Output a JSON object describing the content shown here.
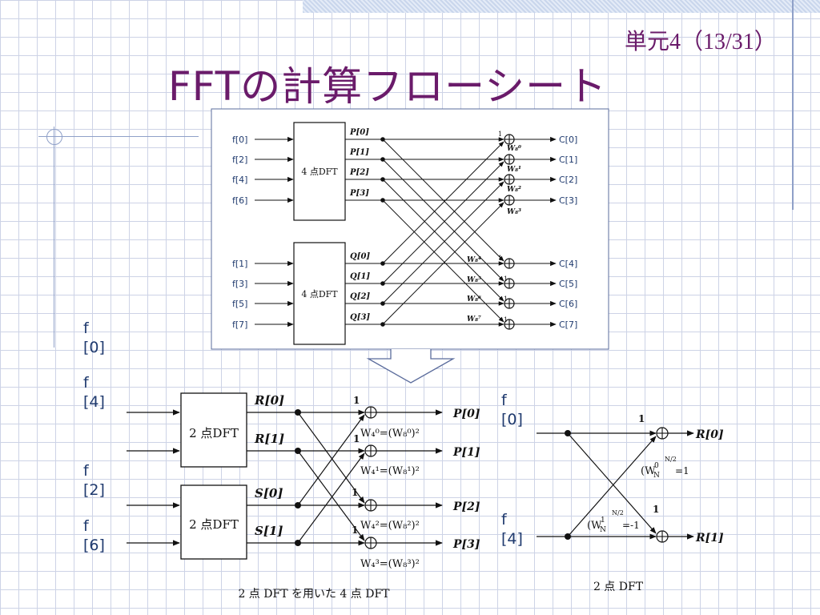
{
  "header": {
    "slide_number": "単元4（13/31）",
    "title": "FFTの計算フローシート"
  },
  "top_diagram": {
    "inputs_top": [
      "f[0]",
      "f[2]",
      "f[4]",
      "f[6]"
    ],
    "inputs_bottom": [
      "f[1]",
      "f[3]",
      "f[5]",
      "f[7]"
    ],
    "block_label": "4 点DFT",
    "p_outputs": [
      "P[0]",
      "P[1]",
      "P[2]",
      "P[3]"
    ],
    "q_outputs": [
      "Q[0]",
      "Q[1]",
      "Q[2]",
      "Q[3]"
    ],
    "outputs": [
      "C[0]",
      "C[1]",
      "C[2]",
      "C[3]",
      "C[4]",
      "C[5]",
      "C[6]",
      "C[7]"
    ],
    "unit_weight": "1",
    "twiddles_top": [
      "W₈⁰",
      "W₈¹",
      "W₈²",
      "W₈³"
    ],
    "twiddles_bottom": [
      "W₈⁴",
      "W₈⁵",
      "W₈⁶",
      "W₈⁷"
    ]
  },
  "left_labels": [
    {
      "letter": "f",
      "index": "[0]"
    },
    {
      "letter": "f",
      "index": "[4]"
    },
    {
      "letter": "f",
      "index": "[2]"
    },
    {
      "letter": "f",
      "index": "[6]"
    }
  ],
  "bottom_left_diagram": {
    "block_label": "2 点DFT",
    "r_outputs": [
      "R[0]",
      "R[1]"
    ],
    "s_outputs": [
      "S[0]",
      "S[1]"
    ],
    "outputs": [
      "P[0]",
      "P[1]",
      "P[2]",
      "P[3]"
    ],
    "unit_weight": "1",
    "twiddles": [
      "W₄⁰=(W₈⁰)²",
      "W₄¹=(W₈¹)²",
      "W₄²=(W₈²)²",
      "W₄³=(W₈³)²"
    ],
    "caption": "2 点 DFT を用いた 4 点 DFT"
  },
  "right_labels": [
    {
      "letter": "f",
      "index": "[0]"
    },
    {
      "letter": "f",
      "index": "[4]"
    }
  ],
  "bottom_right_diagram": {
    "outputs": [
      "R[0]",
      "R[1]"
    ],
    "unit_weight": "1",
    "twiddle_top": "(W",
    "twiddle_top_sub": "N",
    "twiddle_top_sup": "0",
    "twiddle_top_exp": "N/2",
    "twiddle_top_eq": "=1",
    "twiddle_bottom": "(W",
    "twiddle_bottom_sub": "N",
    "twiddle_bottom_sup": "1",
    "twiddle_bottom_exp": "N/2",
    "twiddle_bottom_eq": "=-1",
    "caption": "2 点 DFT"
  },
  "colors": {
    "title": "#6a1b6a",
    "label": "#1f3a6e",
    "ink": "#111111"
  }
}
